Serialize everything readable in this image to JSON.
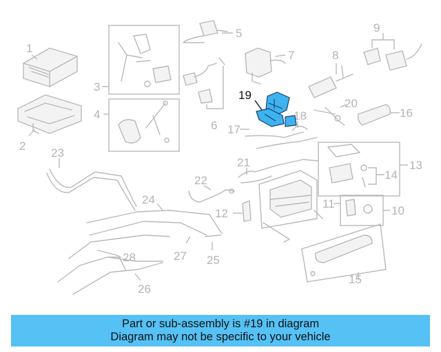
{
  "diagram": {
    "callouts": [
      "1",
      "2",
      "3",
      "4",
      "5",
      "6",
      "7",
      "8",
      "9",
      "10",
      "11",
      "12",
      "13",
      "14",
      "15",
      "16",
      "17",
      "18",
      "19",
      "20",
      "21",
      "22",
      "23",
      "24",
      "25",
      "26",
      "27",
      "28"
    ],
    "highlighted_part": "19",
    "highlight_color": "#3db3f0",
    "line_color": "#b8b8b8"
  },
  "banner": {
    "line1": "Part or sub-assembly is #19 in diagram",
    "line2": "Diagram may not be specific to your vehicle",
    "background": "#55c1f5"
  }
}
